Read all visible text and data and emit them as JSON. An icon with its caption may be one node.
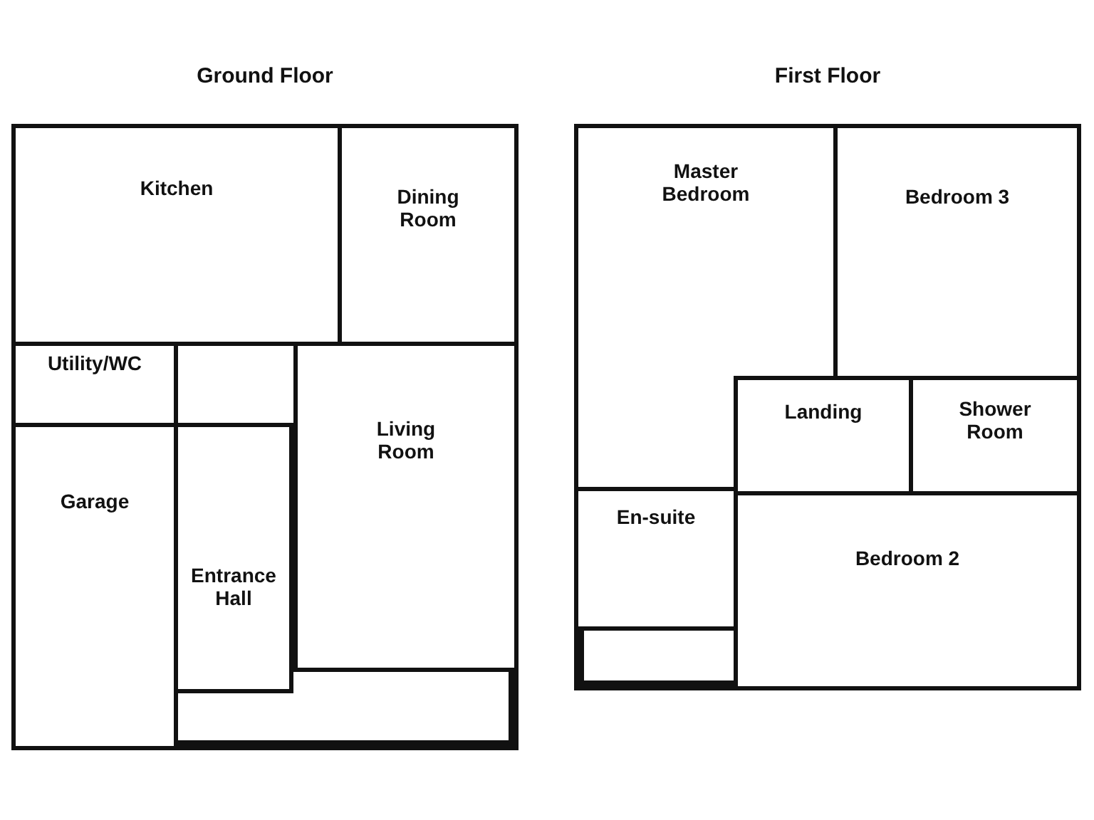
{
  "diagram": {
    "nodes": [
      {
        "text": [
          "Ground Floor"
        ]
      },
      {
        "text": [
          "Kitchen"
        ],
        "in": 0
      },
      {
        "text": [
          "Dining Room"
        ],
        "in": 0
      },
      {
        "text": [
          "Utility/WC"
        ],
        "in": 0
      },
      {
        "text": [
          "Living Room"
        ],
        "in": 0
      },
      {
        "text": [
          "Garage"
        ],
        "in": 0
      },
      {
        "text": [
          "Entrance Hall"
        ],
        "in": 0
      },
      {
        "text": [
          "First Floor"
        ]
      },
      {
        "text": [
          "Master Bedroom"
        ],
        "in": 7
      },
      {
        "text": [
          "Bedroom 3"
        ],
        "in": 7
      },
      {
        "text": [
          "Landing"
        ],
        "in": 7
      },
      {
        "text": [
          "Shower Room"
        ],
        "in": 7
      },
      {
        "text": [
          "En-suite"
        ],
        "in": 7
      },
      {
        "text": [
          "Bedroom 2"
        ],
        "in": 7
      }
    ]
  }
}
